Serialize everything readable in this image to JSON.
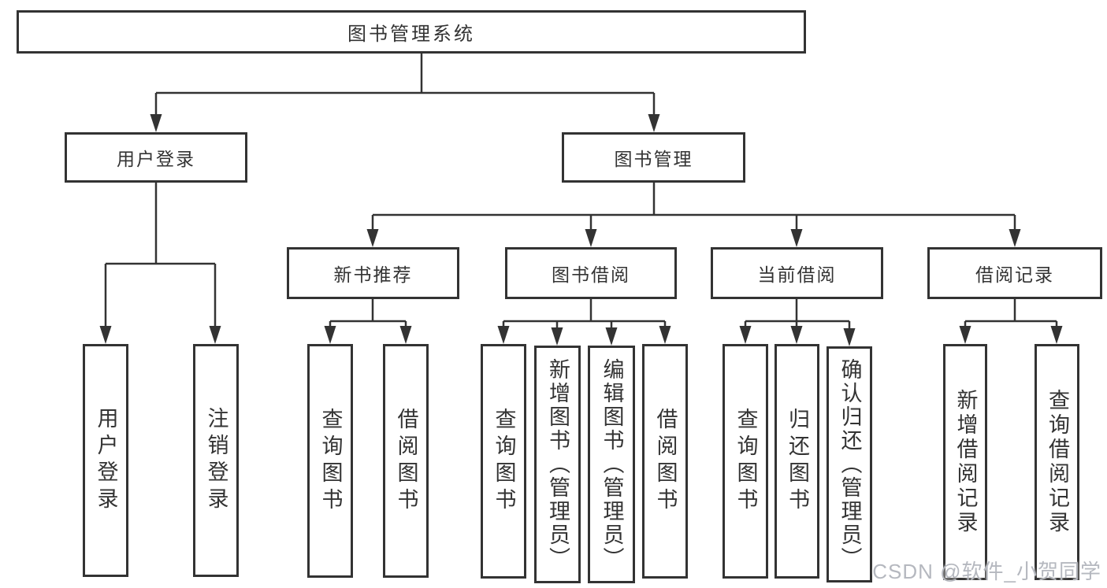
{
  "tree": {
    "root": "图书管理系统",
    "branches": [
      {
        "label": "用户登录",
        "leaves": [
          "用户登录",
          "注销登录"
        ]
      },
      {
        "label": "图书管理",
        "groups": [
          {
            "label": "新书推荐",
            "leaves": [
              "查询图书",
              "借阅图书"
            ]
          },
          {
            "label": "图书借阅",
            "leaves": [
              "查询图书",
              "新增图书（管理员）",
              "编辑图书（管理员）",
              "借阅图书"
            ]
          },
          {
            "label": "当前借阅",
            "leaves": [
              "查询图书",
              "归还图书",
              "确认归还（管理员）"
            ]
          },
          {
            "label": "借阅记录",
            "leaves": [
              "新增借阅记录",
              "查询借阅记录"
            ]
          }
        ]
      }
    ]
  },
  "watermark": "CSDN @软件_小贺同学",
  "colors": {
    "line": "#333333",
    "text": "#333333",
    "background": "#ffffff",
    "watermark": "#b5b8bf"
  }
}
